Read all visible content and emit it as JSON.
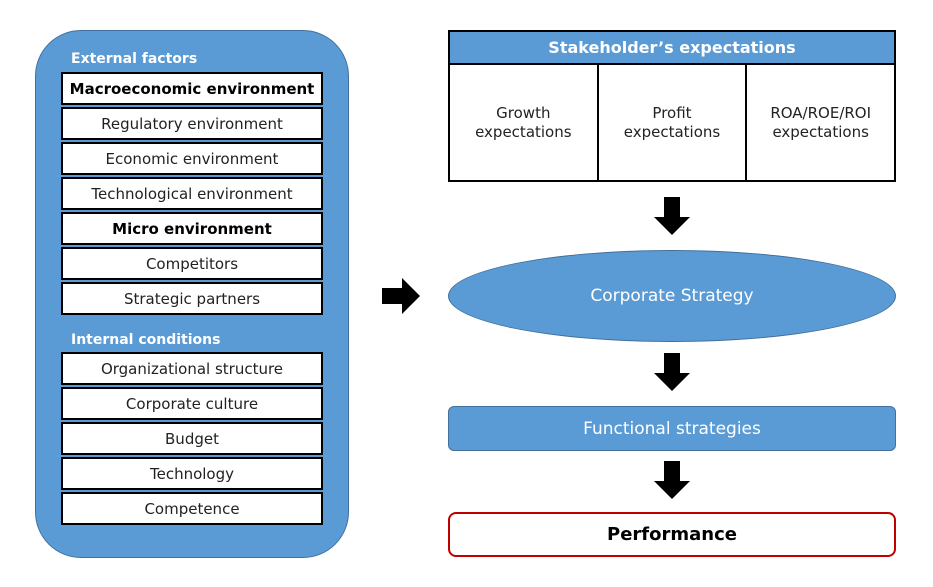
{
  "external_factors": {
    "label": "External factors",
    "items": [
      {
        "text": "Macroeconomic environment",
        "bold": true
      },
      {
        "text": "Regulatory environment",
        "bold": false
      },
      {
        "text": "Economic environment",
        "bold": false
      },
      {
        "text": "Technological environment",
        "bold": false
      },
      {
        "text": "Micro environment",
        "bold": true
      },
      {
        "text": "Competitors",
        "bold": false
      },
      {
        "text": "Strategic partners",
        "bold": false
      }
    ]
  },
  "internal_conditions": {
    "label": "Internal conditions",
    "items": [
      {
        "text": "Organizational structure"
      },
      {
        "text": "Corporate culture"
      },
      {
        "text": "Budget"
      },
      {
        "text": "Technology"
      },
      {
        "text": "Competence"
      }
    ]
  },
  "stakeholders": {
    "header": "Stakeholder’s expectations",
    "cells": [
      {
        "line1": "Growth",
        "line2": "expectations"
      },
      {
        "line1": "Profit",
        "line2": "expectations"
      },
      {
        "line1": "ROA/ROE/ROI",
        "line2": "expectations"
      }
    ]
  },
  "corporate_strategy": "Corporate Strategy",
  "functional_strategies": "Functional strategies",
  "performance": "Performance",
  "colors": {
    "accent_blue": "#5b9bd5",
    "performance_border": "#c00000"
  },
  "icons": [
    "arrow-right-icon",
    "arrow-down-icon"
  ]
}
